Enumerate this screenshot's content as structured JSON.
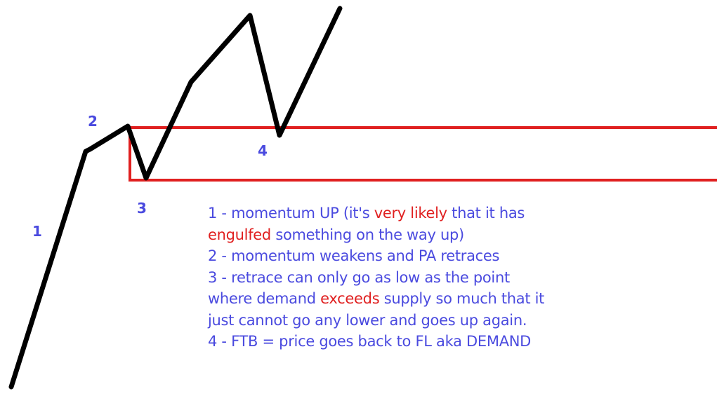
{
  "colors": {
    "price_path": "#000000",
    "zone": "#e02020",
    "text": "#4a4adf",
    "highlight": "#e02020"
  },
  "point_labels": {
    "p1": "1",
    "p2": "2",
    "p3": "3",
    "p4": "4"
  },
  "explanation": {
    "line1_a": "1 - momentum UP (it's ",
    "line1_hl": "very likely",
    "line1_b": " that it has",
    "line2_hl": "engulfed",
    "line2_b": " something on the way up)",
    "line3": "2 - momentum weakens and PA retraces",
    "line4": "3 - retrace can only go as low as the point",
    "line5_a": "where demand ",
    "line5_hl": "exceeds",
    "line5_b": " supply so much that it",
    "line6": "just cannot go any lower and goes up again.",
    "line7": "4 - FTB = price goes back to FL aka DEMAND"
  }
}
